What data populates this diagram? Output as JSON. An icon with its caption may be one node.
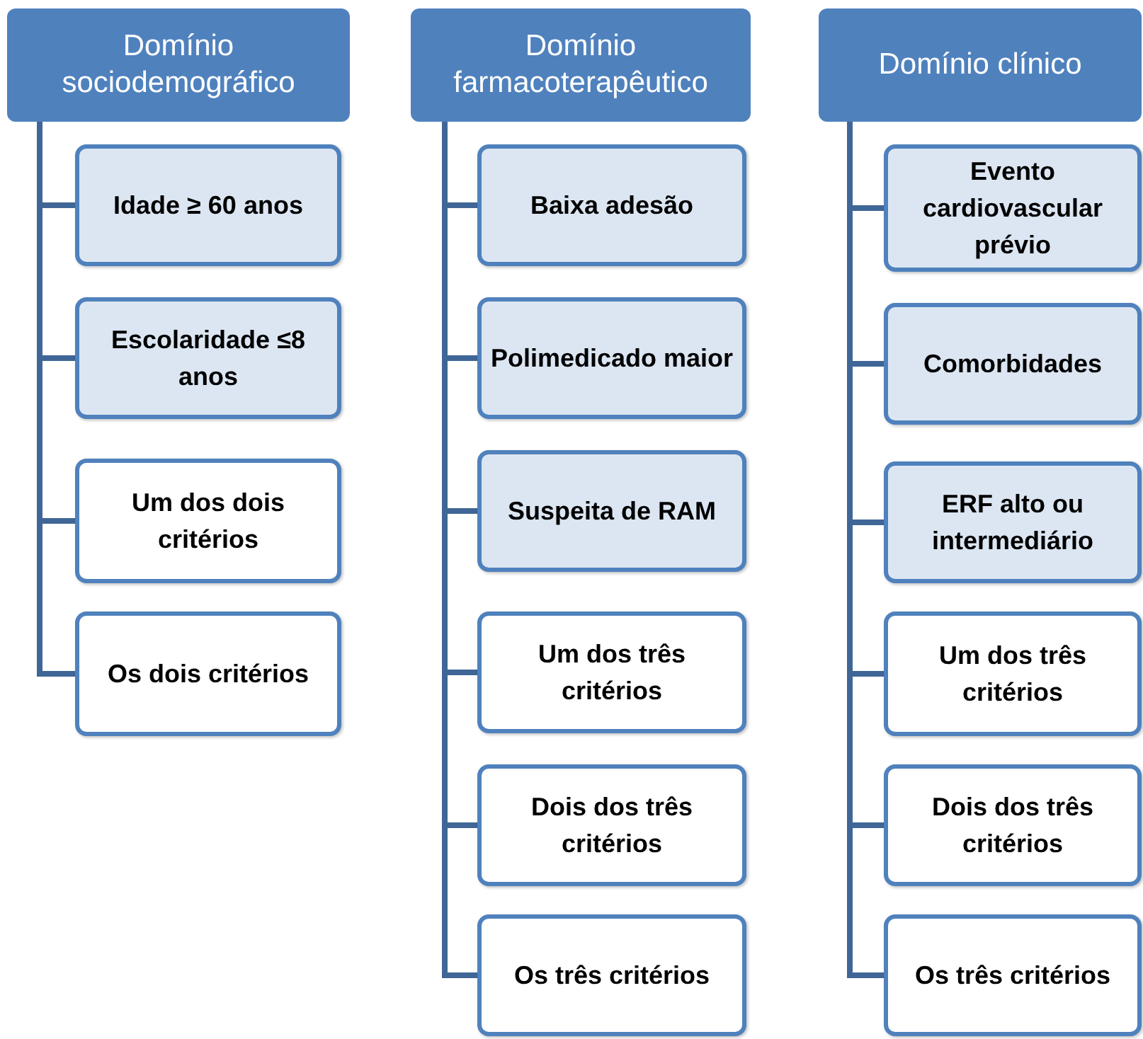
{
  "diagram": {
    "nodes": [
      {
        "text": [
          "Domínio sociodemográfico"
        ]
      },
      {
        "text": [
          "Idade ≥ 60 anos"
        ]
      },
      {
        "text": [
          "Escolaridade ≤8 anos"
        ]
      },
      {
        "text": [
          "Um dos dois critérios"
        ]
      },
      {
        "text": [
          "Os dois critérios"
        ]
      },
      {
        "text": [
          "Domínio farmacoterapêutico"
        ]
      },
      {
        "text": [
          "Baixa adesão"
        ]
      },
      {
        "text": [
          "Polimedicado maior"
        ]
      },
      {
        "text": [
          "Suspeita de RAM"
        ]
      },
      {
        "text": [
          "Um dos três critérios"
        ]
      },
      {
        "text": [
          "Dois dos três critérios"
        ]
      },
      {
        "text": [
          "Os três critérios"
        ]
      },
      {
        "text": [
          "Domínio clínico"
        ]
      },
      {
        "text": [
          "Evento cardiovascular prévio"
        ]
      },
      {
        "text": [
          "Comorbidades"
        ]
      },
      {
        "text": [
          "ERF alto ou intermediário"
        ]
      },
      {
        "text": [
          "Um dos três critérios"
        ]
      },
      {
        "text": [
          "Dois dos três critérios"
        ]
      },
      {
        "text": [
          "Os três critérios"
        ]
      }
    ],
    "edges": [
      {
        "from": 0,
        "to": 1,
        "arrow": "none"
      },
      {
        "from": 0,
        "to": 2,
        "arrow": "none"
      },
      {
        "from": 0,
        "to": 3,
        "arrow": "none"
      },
      {
        "from": 0,
        "to": 4,
        "arrow": "none"
      },
      {
        "from": 5,
        "to": 6,
        "arrow": "none"
      },
      {
        "from": 5,
        "to": 7,
        "arrow": "none"
      },
      {
        "from": 5,
        "to": 8,
        "arrow": "none"
      },
      {
        "from": 5,
        "to": 9,
        "arrow": "none"
      },
      {
        "from": 5,
        "to": 10,
        "arrow": "none"
      },
      {
        "from": 5,
        "to": 11,
        "arrow": "none"
      },
      {
        "from": 12,
        "to": 13,
        "arrow": "none"
      },
      {
        "from": 12,
        "to": 14,
        "arrow": "none"
      },
      {
        "from": 12,
        "to": 15,
        "arrow": "none"
      },
      {
        "from": 12,
        "to": 16,
        "arrow": "none"
      },
      {
        "from": 12,
        "to": 17,
        "arrow": "none"
      },
      {
        "from": 12,
        "to": 18,
        "arrow": "none"
      }
    ]
  }
}
